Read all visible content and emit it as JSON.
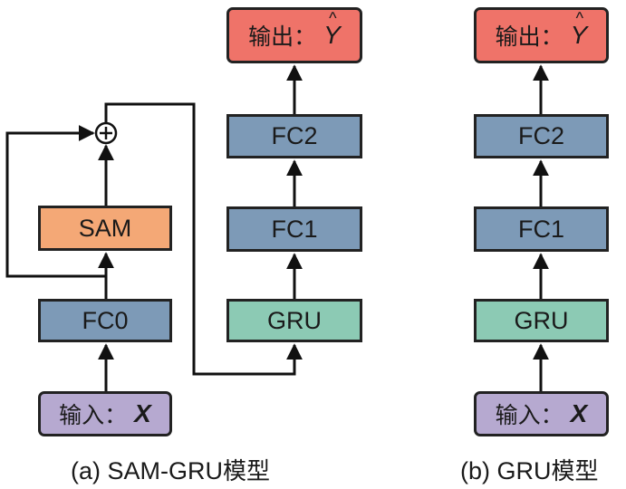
{
  "diagram_a": {
    "caption": {
      "prefix": "(a) SAM-GRU",
      "suffix": "模型"
    },
    "nodes": {
      "input": {
        "label_cn": "输入：",
        "var": "X",
        "color": "#b6a9d0"
      },
      "fc0": {
        "label": "FC0",
        "color": "#7d9ab7"
      },
      "sam": {
        "label": "SAM",
        "color": "#f4a876"
      },
      "add": {
        "symbol": "⊕"
      },
      "gru": {
        "label": "GRU",
        "color": "#8ccab4"
      },
      "fc1": {
        "label": "FC1",
        "color": "#7d9ab7"
      },
      "fc2": {
        "label": "FC2",
        "color": "#7d9ab7"
      },
      "output": {
        "label_cn": "输出：",
        "var": "Y",
        "color": "#ef7369"
      }
    }
  },
  "diagram_b": {
    "caption": {
      "prefix": "(b) GRU",
      "suffix": "模型"
    },
    "nodes": {
      "input": {
        "label_cn": "输入：",
        "var": "X",
        "color": "#b6a9d0"
      },
      "gru": {
        "label": "GRU",
        "color": "#8ccab4"
      },
      "fc1": {
        "label": "FC1",
        "color": "#7d9ab7"
      },
      "fc2": {
        "label": "FC2",
        "color": "#7d9ab7"
      },
      "output": {
        "label_cn": "输出：",
        "var": "Y",
        "color": "#ef7369"
      }
    }
  }
}
